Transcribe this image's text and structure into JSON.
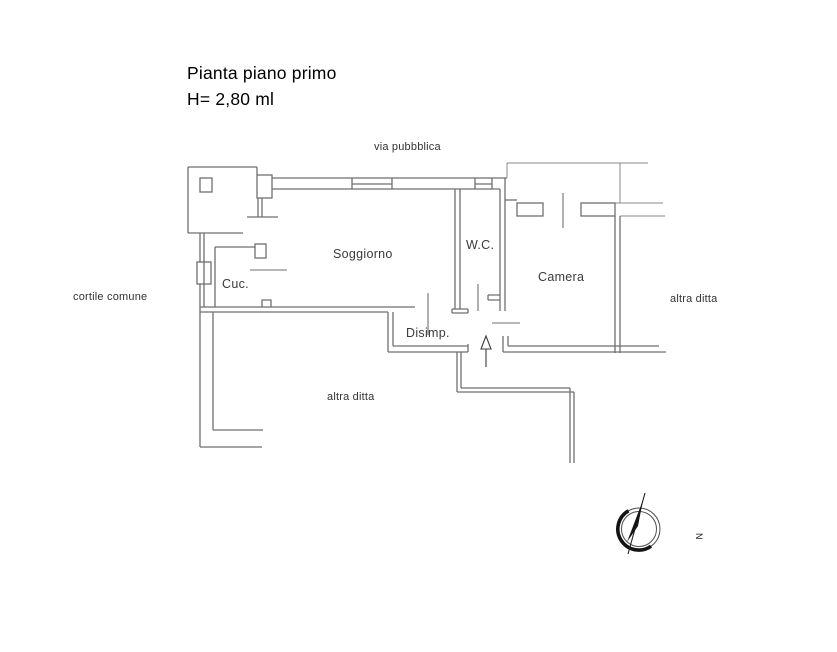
{
  "header": {
    "title_line1": "Pianta piano primo",
    "title_line2": "H= 2,80 ml"
  },
  "floor_plan": {
    "context_labels": {
      "street_top": "via pubbblica",
      "courtyard_left": "cortile comune",
      "neighbor_right": "altra ditta",
      "neighbor_bottom": "altra ditta"
    },
    "rooms": [
      {
        "name": "soggiorno",
        "label": "Soggiorno"
      },
      {
        "name": "cucina",
        "label": "Cuc."
      },
      {
        "name": "wc",
        "label": "W.C."
      },
      {
        "name": "camera",
        "label": "Camera"
      },
      {
        "name": "disimpegno",
        "label": "Disimp."
      }
    ],
    "compass": {
      "label": "N",
      "icon": "compass-north-icon"
    },
    "entrance": {
      "icon": "entrance-arrow-icon"
    }
  },
  "colors": {
    "wall_line": "#6f6f6f",
    "label_text": "#333333",
    "title_text": "#000000",
    "compass_ink": "#141414"
  }
}
